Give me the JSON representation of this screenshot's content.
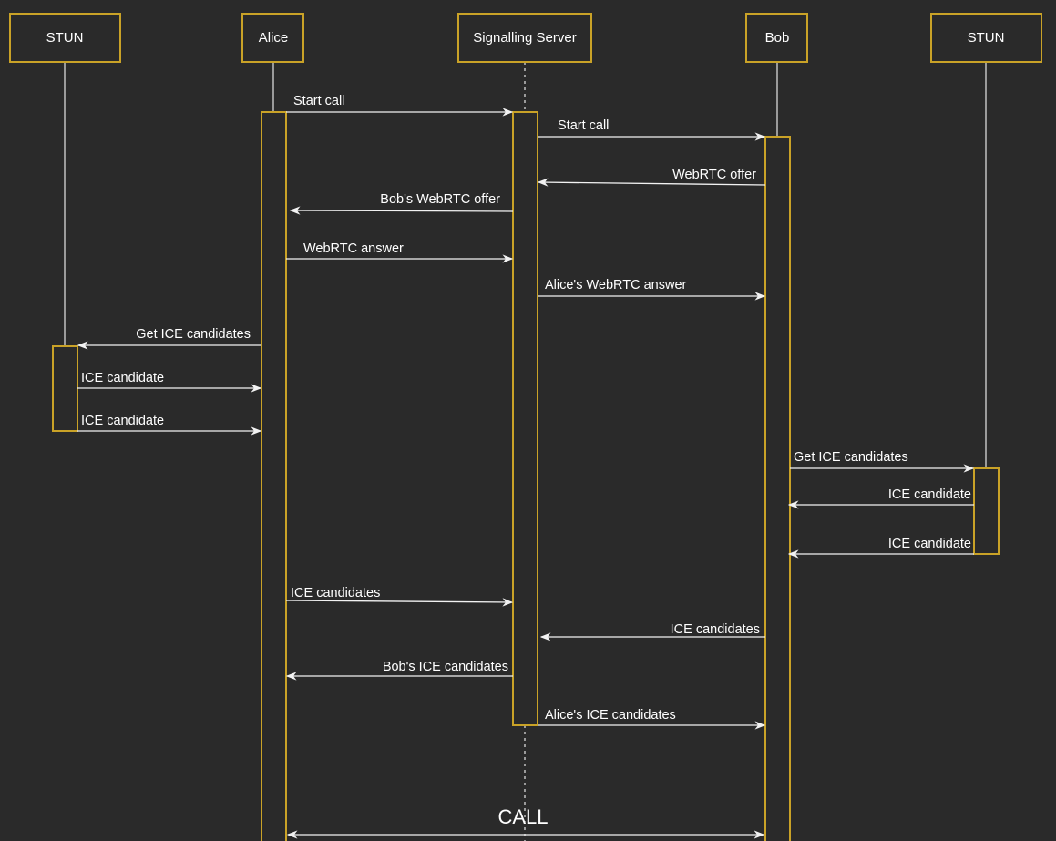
{
  "diagram": {
    "participants": [
      {
        "id": "stun_left",
        "label": "STUN"
      },
      {
        "id": "alice",
        "label": "Alice"
      },
      {
        "id": "server",
        "label": "Signalling Server"
      },
      {
        "id": "bob",
        "label": "Bob"
      },
      {
        "id": "stun_right",
        "label": "STUN"
      }
    ],
    "messages": [
      {
        "from": "alice",
        "to": "server",
        "label": "Start call"
      },
      {
        "from": "server",
        "to": "bob",
        "label": "Start call"
      },
      {
        "from": "bob",
        "to": "server",
        "label": "WebRTC offer"
      },
      {
        "from": "server",
        "to": "alice",
        "label": "Bob's WebRTC offer"
      },
      {
        "from": "alice",
        "to": "server",
        "label": "WebRTC answer"
      },
      {
        "from": "server",
        "to": "bob",
        "label": "Alice's WebRTC answer"
      },
      {
        "from": "alice",
        "to": "stun_left",
        "label": "Get ICE candidates"
      },
      {
        "from": "stun_left",
        "to": "alice",
        "label": "ICE candidate"
      },
      {
        "from": "stun_left",
        "to": "alice",
        "label": "ICE candidate"
      },
      {
        "from": "bob",
        "to": "stun_right",
        "label": "Get ICE candidates"
      },
      {
        "from": "stun_right",
        "to": "bob",
        "label": "ICE candidate"
      },
      {
        "from": "stun_right",
        "to": "bob",
        "label": "ICE candidate"
      },
      {
        "from": "alice",
        "to": "server",
        "label": "ICE candidates"
      },
      {
        "from": "bob",
        "to": "server",
        "label": "ICE candidates"
      },
      {
        "from": "server",
        "to": "alice",
        "label": "Bob's ICE candidates"
      },
      {
        "from": "server",
        "to": "bob",
        "label": "Alice's ICE candidates"
      },
      {
        "from": "alice",
        "to": "bob",
        "label": "CALL",
        "bidirectional": true
      }
    ],
    "colors": {
      "background": "#2a2a2a",
      "accent": "#c9a227",
      "line": "#f2f2f2",
      "text": "#ffffff"
    }
  }
}
